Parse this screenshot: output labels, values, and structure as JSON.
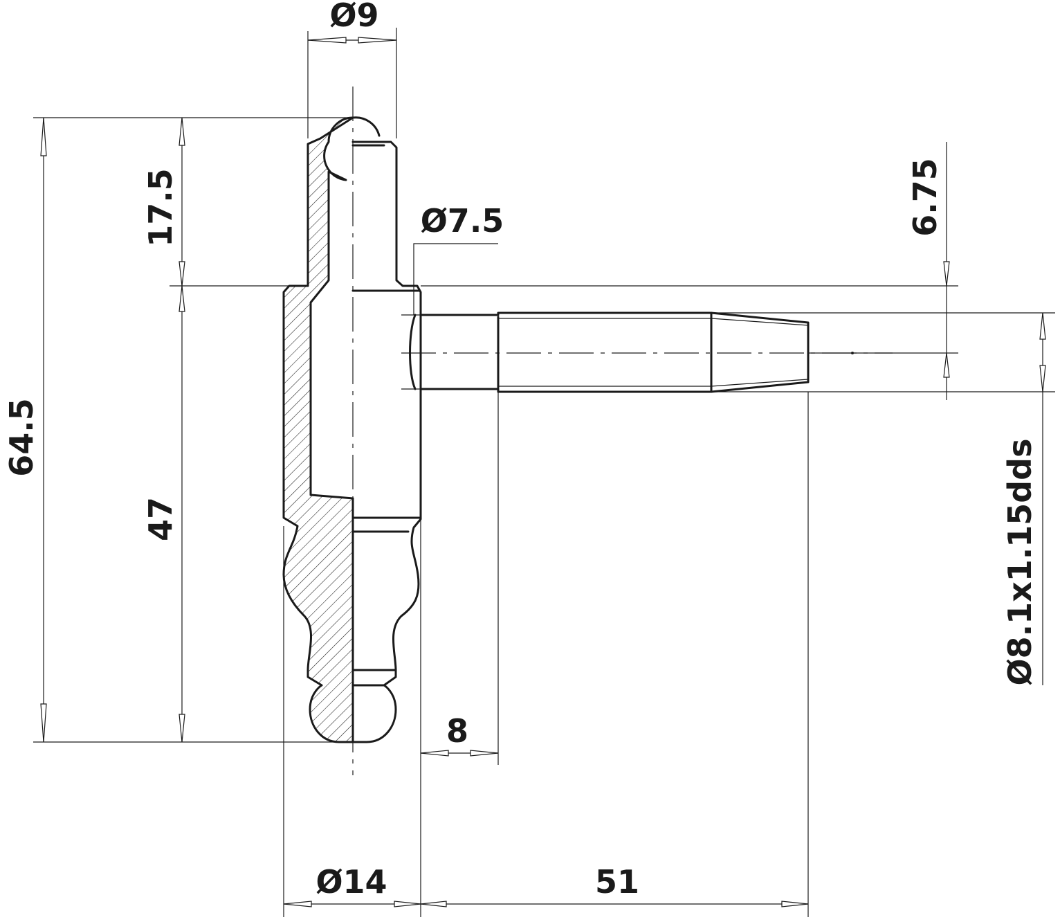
{
  "dimensions": {
    "pin_diameter": "Ø9",
    "head_length": "17.5",
    "neck_diameter": "Ø7.5",
    "offset": "6.75",
    "overall_length": "64.5",
    "body_length": "47",
    "thread": "Ø8.1x1.15dds",
    "collar_to_thread": "8",
    "body_diameter": "Ø14",
    "arm_length": "51"
  }
}
